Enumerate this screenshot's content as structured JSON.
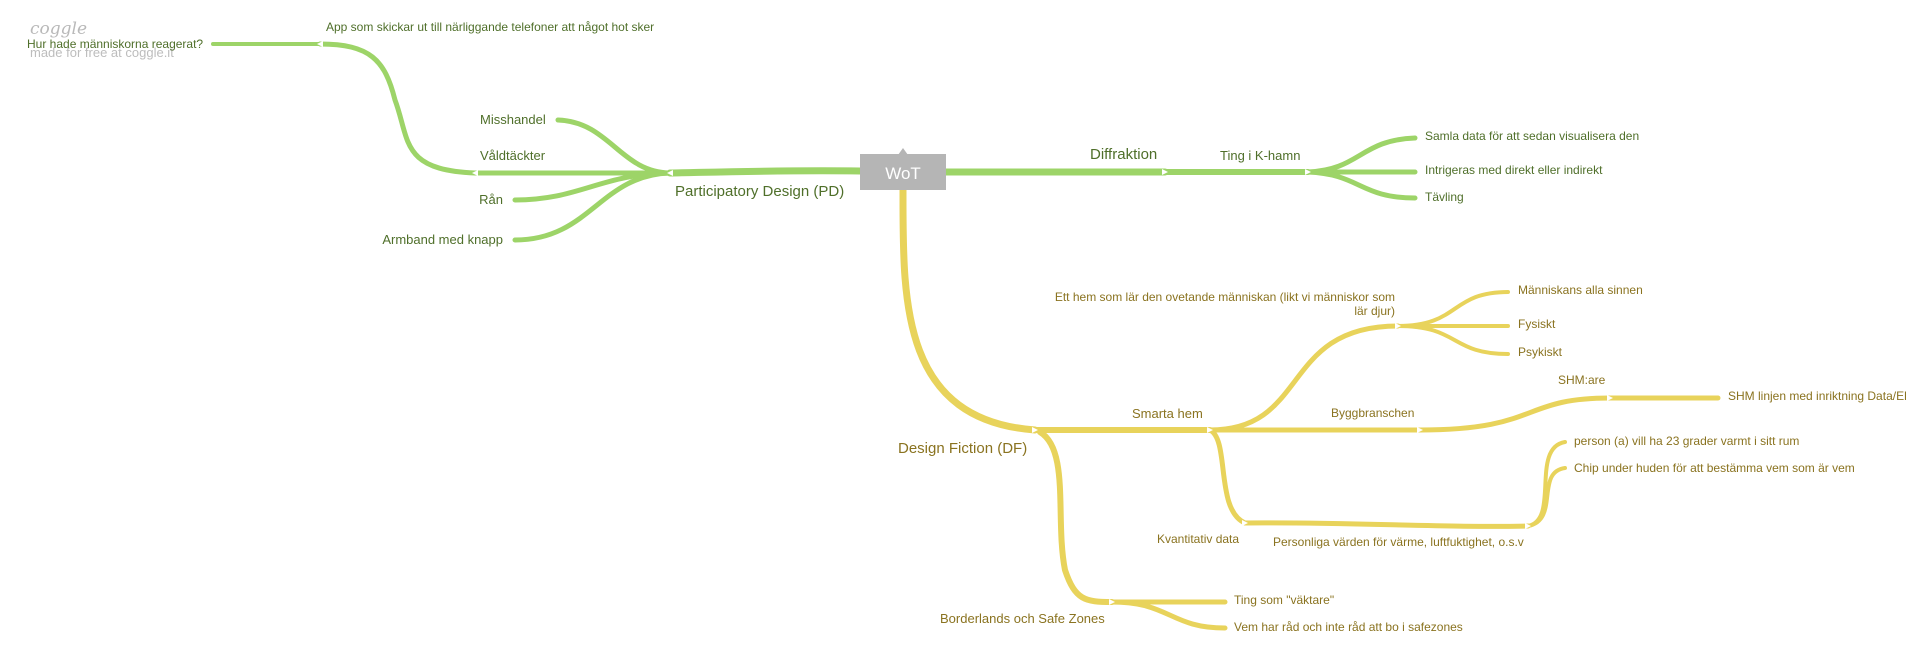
{
  "watermark": {
    "logo": "coggle",
    "tagline": "made for free at coggle.it"
  },
  "colors": {
    "green_branch": "#9dd468",
    "yellow_branch": "#e8d35b",
    "root_box": "#b5b5b5"
  },
  "root": {
    "label": "WoT"
  },
  "green": {
    "pd": "Participatory Design (PD)",
    "misshandel": "Misshandel",
    "valdtackter": "Våldtäckter",
    "ran": "Rån",
    "armband": "Armband med knapp",
    "hur": "Hur hade människorna reagerat?",
    "app": "App som skickar ut till närliggande telefoner att något hot sker",
    "diffraktion": "Diffraktion",
    "ting": "Ting i K-hamn",
    "samla": "Samla data för att sedan visualisera den",
    "intrigeras": "Intrigeras med direkt eller indirekt",
    "tavling": "Tävling"
  },
  "yellow": {
    "df": "Design Fiction (DF)",
    "smarta": "Smarta hem",
    "ett_hem_1": "Ett hem som lär den ovetande människan (likt vi människor som",
    "ett_hem_2": "lär djur)",
    "manniskans": "Människans alla sinnen",
    "fysiskt": "Fysiskt",
    "psykiskt": "Psykiskt",
    "bygg": "Byggbranschen",
    "shmare": "SHM:are",
    "shm_linjen": "SHM linjen med inriktning Data/El",
    "kvant": "Kvantitativ data",
    "personliga": "Personliga värden för värme, luftfuktighet, o.s.v",
    "person_a": "person (a) vill ha 23 grader varmt i sitt rum",
    "chip": "Chip under huden för att bestämma vem som är vem",
    "borderlands": "Borderlands och Safe Zones",
    "ting_vaktare": "Ting som \"väktare\"",
    "vem_har": "Vem har råd och inte råd att bo i safezones"
  }
}
